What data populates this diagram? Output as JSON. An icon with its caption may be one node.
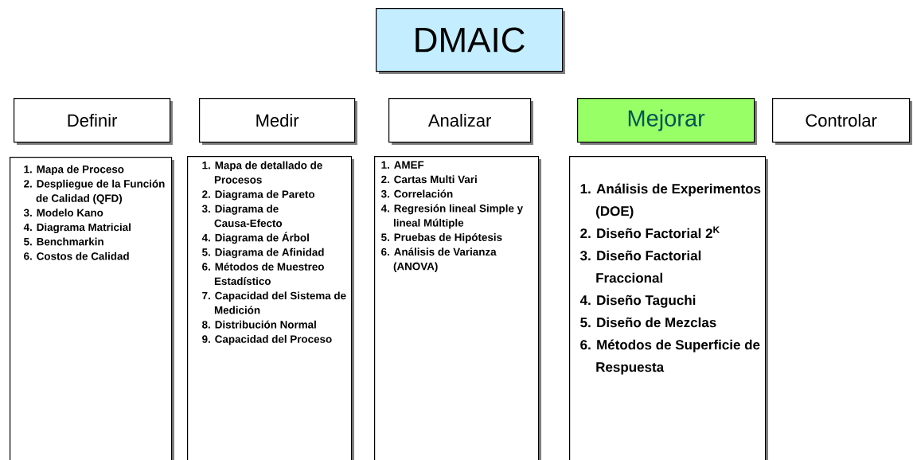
{
  "diagram": {
    "nodes": [
      {
        "text": [
          "DMAIC"
        ]
      },
      {
        "text": [
          "Definir"
        ]
      },
      {
        "text": [
          "Medir"
        ]
      },
      {
        "text": [
          "Analizar"
        ]
      },
      {
        "text": [
          "Mejorar"
        ]
      },
      {
        "text": [
          "Controlar"
        ]
      },
      {
        "text": [
          "1. Mapa de Proceso",
          "2. Despliegue de la Función de Calidad (QFD)",
          "3. Modelo Kano",
          "4. Diagrama Matricial",
          "5. Benchmarkin",
          "6. Costos de Calidad"
        ]
      },
      {
        "text": [
          "1. Mapa de detallado de Procesos",
          "2. Diagrama de Pareto",
          "3. Diagrama de Causa-Efecto",
          "4. Diagrama de Árbol",
          "5. Diagrama de Afinidad",
          "6. Métodos de Muestreo Estadístico",
          "7. Capacidad del Sistema de Medición",
          "8. Distribución Normal",
          "9. Capacidad del Proceso"
        ]
      },
      {
        "text": [
          "1. AMEF",
          "2. Cartas Multi Vari",
          "3. Correlación",
          "4. Regresión lineal Simple y lineal Múltiple",
          "5. Pruebas de Hipótesis",
          "6. Análisis de Varianza (ANOVA)"
        ]
      },
      {
        "text": [
          "1. Análisis de Experimentos (DOE)",
          "2. Diseño Factorial 2$^{K}$",
          "3. Diseño Factorial Fraccional",
          "4. Diseño Taguchi",
          "5. Diseño de Mezclas",
          "6. Métodos de Superficie de Respuesta"
        ]
      }
    ]
  }
}
